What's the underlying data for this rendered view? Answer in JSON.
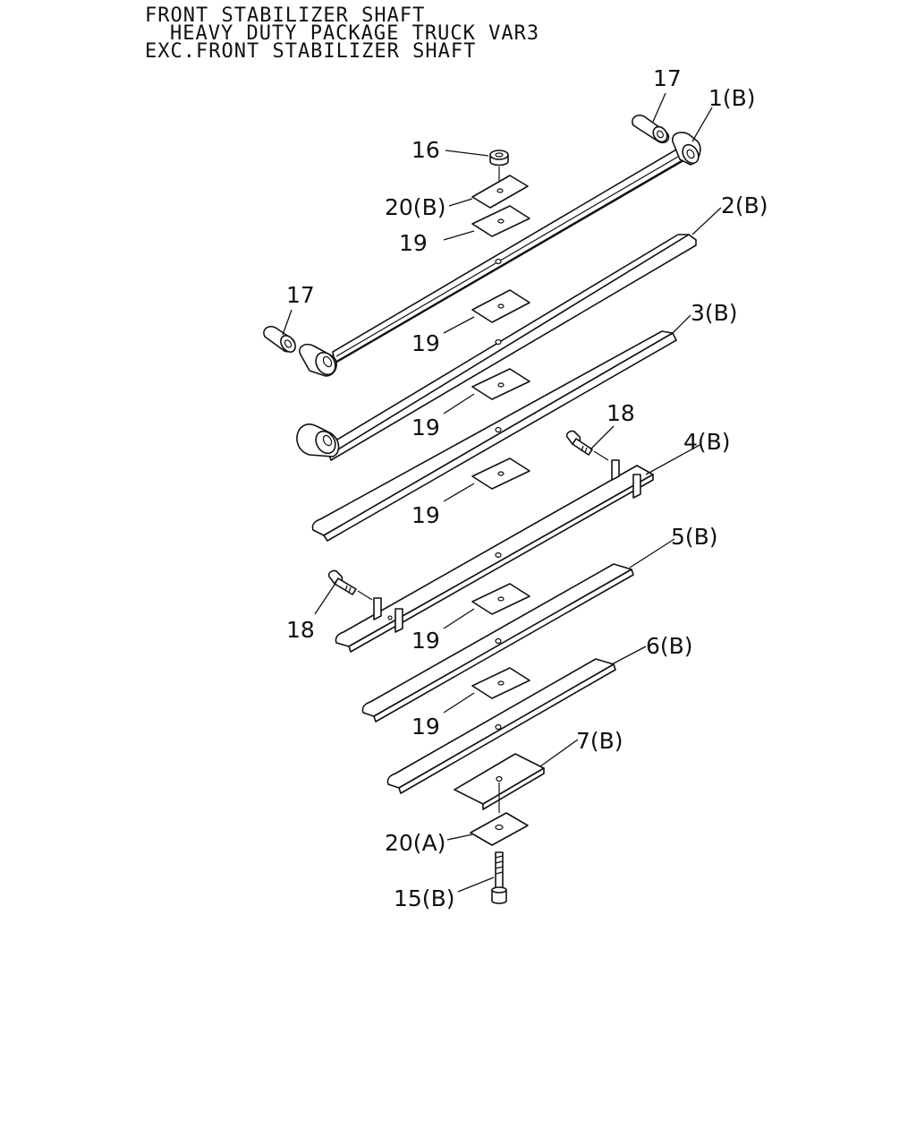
{
  "title": {
    "line1": "FRONT STABILIZER SHAFT",
    "line2": "HEAVY DUTY PACKAGE TRUCK VAR3",
    "line3": "EXC.FRONT STABILIZER SHAFT"
  },
  "callouts": {
    "c17_top": "17",
    "c1b": "1(B)",
    "c16": "16",
    "c20b": "20(B)",
    "c2b": "2(B)",
    "c19_a": "19",
    "c17_left": "17",
    "c19_b": "19",
    "c3b": "3(B)",
    "c19_c": "19",
    "c18_top": "18",
    "c4b": "4(B)",
    "c19_d": "19",
    "c5b": "5(B)",
    "c18_left": "18",
    "c19_e": "19",
    "c6b": "6(B)",
    "c19_f": "19",
    "c7b": "7(B)",
    "c20a": "20(A)",
    "c15b": "15(B)"
  }
}
